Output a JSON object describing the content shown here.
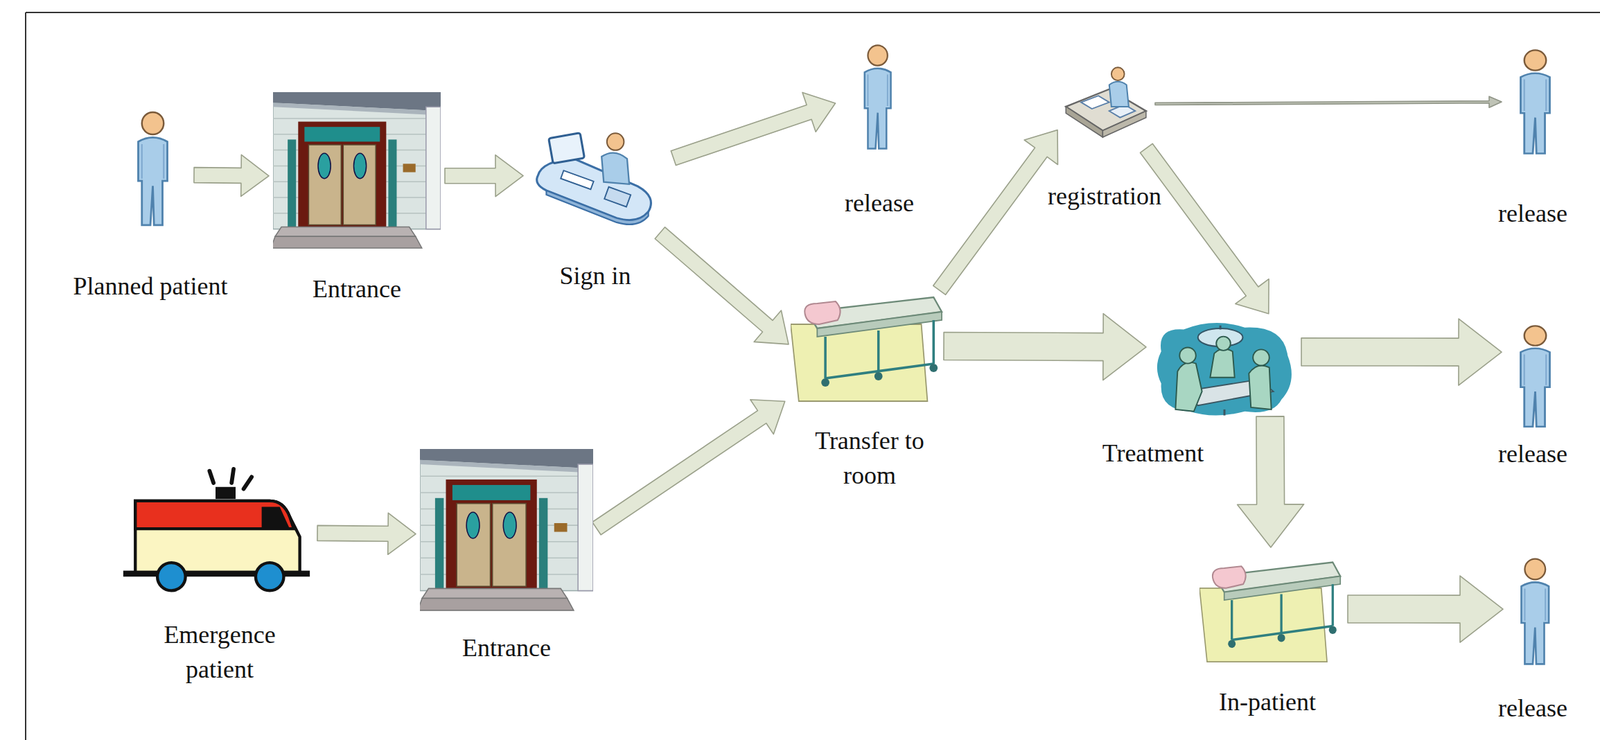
{
  "diagram": {
    "nodes": [
      {
        "text": [
          "Planned patient"
        ]
      },
      {
        "text": [
          "Entrance"
        ]
      },
      {
        "text": [
          "Sign in"
        ]
      },
      {
        "text": [
          "release"
        ]
      },
      {
        "text": [
          "registration"
        ]
      },
      {
        "text": [
          "release"
        ]
      },
      {
        "text": [
          "Transfer to room"
        ]
      },
      {
        "text": [
          "Treatment"
        ]
      },
      {
        "text": [
          "release"
        ]
      },
      {
        "text": [
          "Emergence patient"
        ]
      },
      {
        "text": [
          "Entrance"
        ]
      },
      {
        "text": [
          "In-patient"
        ]
      },
      {
        "text": [
          "release"
        ]
      }
    ],
    "edges": [
      {
        "from": 0,
        "to": 1,
        "arrow": "to"
      },
      {
        "from": 1,
        "to": 2,
        "arrow": "to"
      },
      {
        "from": 2,
        "to": 3,
        "arrow": "to"
      },
      {
        "from": 2,
        "to": 6,
        "arrow": "to"
      },
      {
        "from": 6,
        "to": 4,
        "arrow": "to"
      },
      {
        "from": 4,
        "to": 5,
        "arrow": "to"
      },
      {
        "from": 4,
        "to": 7,
        "arrow": "to"
      },
      {
        "from": 6,
        "to": 7,
        "arrow": "to"
      },
      {
        "from": 7,
        "to": 8,
        "arrow": "to"
      },
      {
        "from": 7,
        "to": 11,
        "arrow": "to"
      },
      {
        "from": 11,
        "to": 12,
        "arrow": "to"
      },
      {
        "from": 9,
        "to": 10,
        "arrow": "to"
      },
      {
        "from": 10,
        "to": 6,
        "arrow": "to"
      }
    ]
  }
}
